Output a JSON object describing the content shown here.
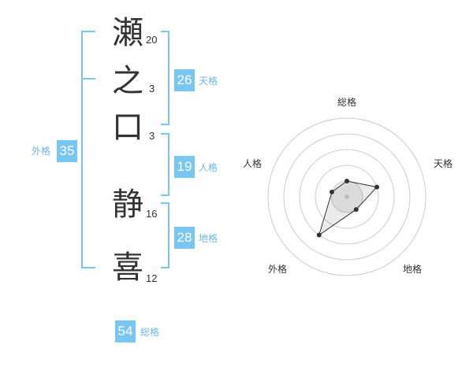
{
  "name": {
    "chars": [
      {
        "char": "瀬",
        "strokes": "20"
      },
      {
        "char": "之",
        "strokes": "3"
      },
      {
        "char": "口",
        "strokes": "3"
      },
      {
        "char": "静",
        "strokes": "16"
      },
      {
        "char": "喜",
        "strokes": "12"
      }
    ]
  },
  "kaku": {
    "gaikaku": {
      "value": "35",
      "label": "外格"
    },
    "tenkaku": {
      "value": "26",
      "label": "天格"
    },
    "jinkaku": {
      "value": "19",
      "label": "人格"
    },
    "chikaku": {
      "value": "28",
      "label": "地格"
    },
    "soukaku": {
      "value": "54",
      "label": "総格"
    }
  },
  "radar": {
    "labels": {
      "top": "総格",
      "upper_right": "天格",
      "lower_right": "地格",
      "lower_left": "外格",
      "upper_left": "人格"
    },
    "scores": {
      "soukaku": 1,
      "tenkaku": 2,
      "chikaku": 1,
      "gaikaku": 3,
      "jinkaku": 1
    },
    "max_score": 5
  },
  "colors": {
    "accent": "#79c6f2",
    "text": "#333333",
    "ring": "#cccccc"
  }
}
